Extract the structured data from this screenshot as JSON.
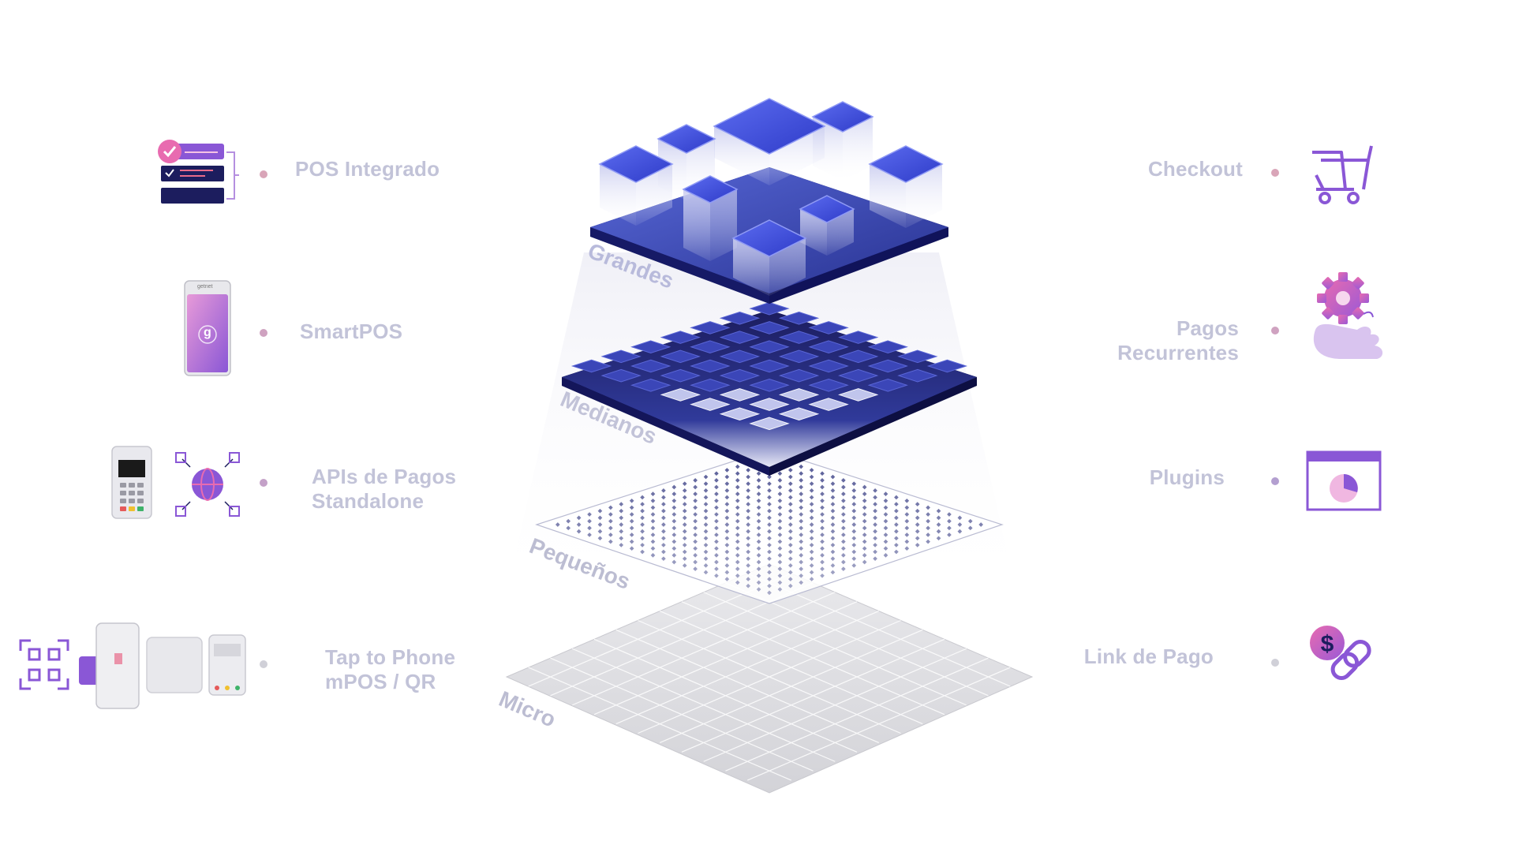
{
  "left_solutions": [
    {
      "label": "POS Integrado",
      "icon": "checklist-icon"
    },
    {
      "label": "SmartPOS",
      "icon": "smartpos-device-icon"
    },
    {
      "label": "APIs de Pagos Standalone",
      "line1": "APIs de Pagos",
      "line2": "Standalone",
      "icon": "payment-terminal-and-api-icon"
    },
    {
      "label": "Tap to Phone mPOS / QR",
      "line1": "Tap to Phone",
      "line2": "mPOS / QR",
      "icon": "qr-mpos-devices-icon"
    }
  ],
  "right_solutions": [
    {
      "label": "Checkout",
      "icon": "shopping-cart-icon"
    },
    {
      "label": "Pagos Recurrentes",
      "line1": "Pagos",
      "line2": "Recurrentes",
      "icon": "gear-hand-icon"
    },
    {
      "label": "Plugins",
      "icon": "browser-window-icon"
    },
    {
      "label": "Link de Pago",
      "icon": "dollar-link-icon"
    }
  ],
  "tiers": [
    {
      "label": "Grandes"
    },
    {
      "label": "Medianos"
    },
    {
      "label": "Pequeños"
    },
    {
      "label": "Micro"
    }
  ],
  "device_text": {
    "smartpos_brand": "getnet",
    "smartpos_logo": "g"
  },
  "colors": {
    "label_gray": "#c2c3d8",
    "line_gray": "#a7a9c3",
    "accent_purple": "#8a57d6",
    "accent_pink": "#e86bb0",
    "deep_navy": "#1c1d5e",
    "cube_blue": "#3c4fe0"
  }
}
